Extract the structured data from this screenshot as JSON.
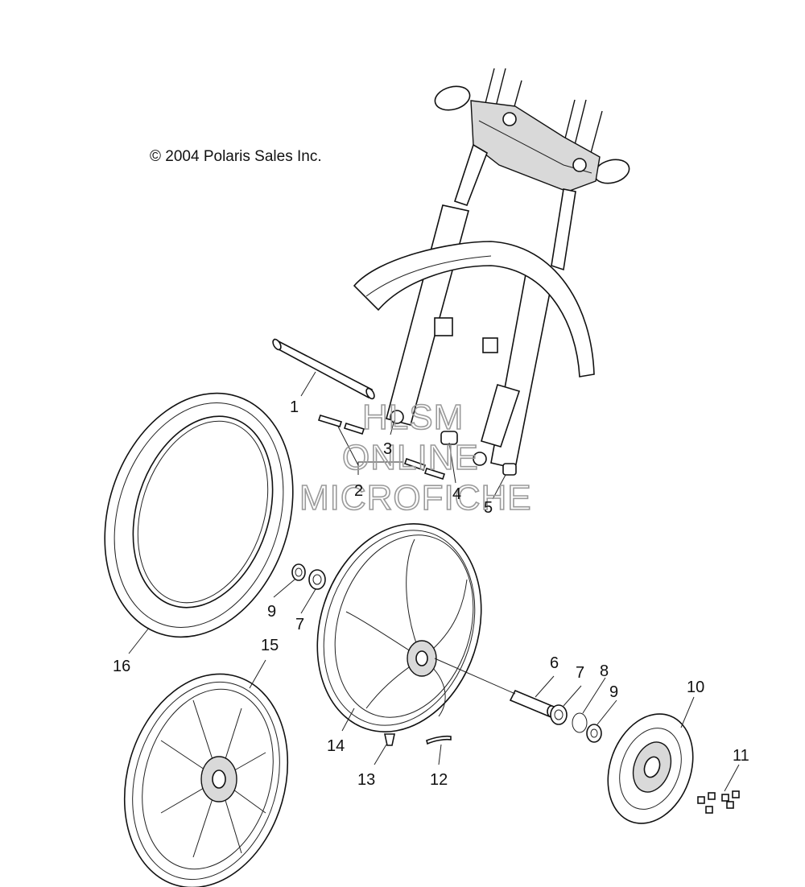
{
  "copyright": "© 2004 Polaris Sales Inc.",
  "watermark": [
    "HLSM",
    "ONLINE",
    "MICROFICHE"
  ],
  "callouts": {
    "c1": "1",
    "c2": "2",
    "c3": "3",
    "c4": "4",
    "c5": "5",
    "c6": "6",
    "c7a": "7",
    "c7b": "7",
    "c8": "8",
    "c9a": "9",
    "c9b": "9",
    "c10": "10",
    "c11": "11",
    "c12": "12",
    "c13": "13",
    "c14": "14",
    "c15": "15",
    "c16": "16"
  }
}
